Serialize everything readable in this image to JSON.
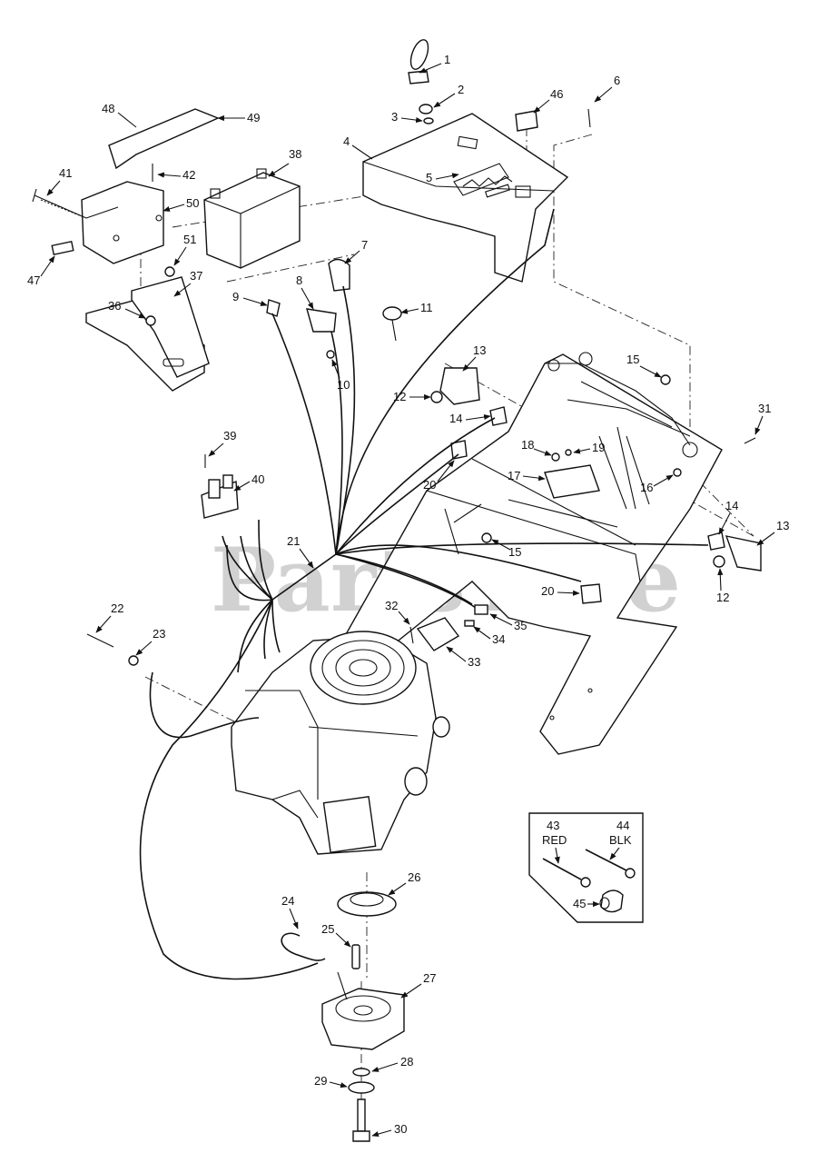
{
  "watermark": "PartsTree",
  "callouts": [
    "1",
    "2",
    "3",
    "4",
    "5",
    "6",
    "7",
    "8",
    "9",
    "10",
    "11",
    "12",
    "12",
    "13",
    "13",
    "14",
    "14",
    "15",
    "15",
    "16",
    "17",
    "18",
    "19",
    "20",
    "20",
    "21",
    "22",
    "23",
    "24",
    "25",
    "26",
    "27",
    "28",
    "29",
    "30",
    "31",
    "32",
    "33",
    "34",
    "35",
    "36",
    "37",
    "38",
    "39",
    "40",
    "41",
    "42",
    "46",
    "47",
    "48",
    "49",
    "50",
    "51"
  ],
  "inset": {
    "items": [
      "43",
      "44",
      "45"
    ],
    "wire_colors": [
      "RED",
      "BLK"
    ]
  }
}
